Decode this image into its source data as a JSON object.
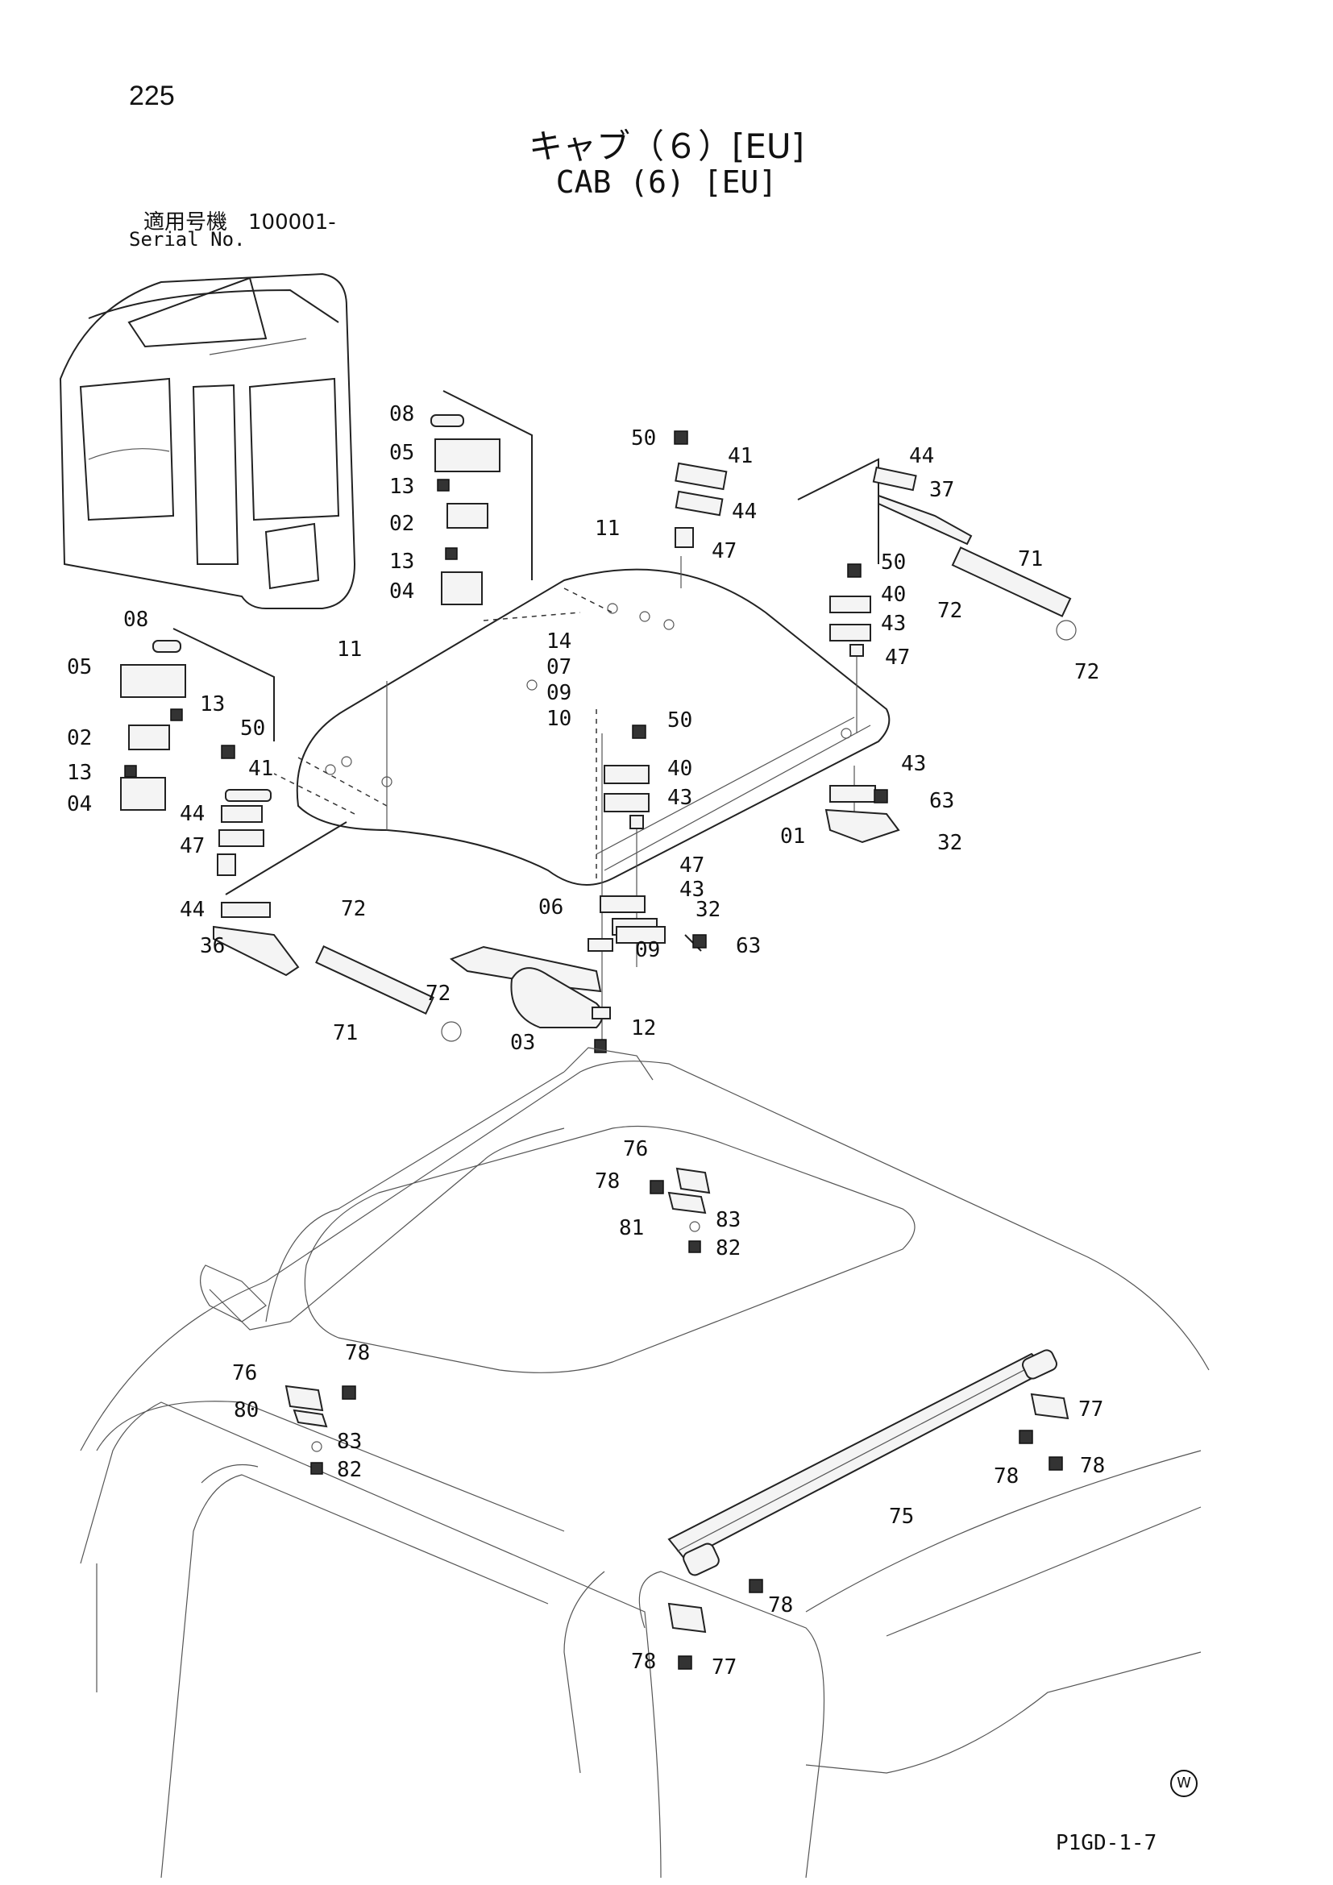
{
  "header": {
    "page_number": "225",
    "title_jp": "キャブ（６）[EU]",
    "title_en": "CAB (6) [EU]",
    "serial_label_jp": "適用号機　100001-",
    "serial_label_en": "Serial No."
  },
  "footer": {
    "drawing_code": "P1GD-1-7",
    "mark": "W"
  },
  "callouts": [
    {
      "id": "c-08a",
      "label": "08"
    },
    {
      "id": "c-05a",
      "label": "05"
    },
    {
      "id": "c-13a",
      "label": "13"
    },
    {
      "id": "c-02a",
      "label": "02"
    },
    {
      "id": "c-13b",
      "label": "13"
    },
    {
      "id": "c-04a",
      "label": "04"
    },
    {
      "id": "c-50a",
      "label": "50"
    },
    {
      "id": "c-41a",
      "label": "41"
    },
    {
      "id": "c-44a",
      "label": "44"
    },
    {
      "id": "c-47a",
      "label": "47"
    },
    {
      "id": "c-11a",
      "label": "11"
    },
    {
      "id": "c-44b",
      "label": "44"
    },
    {
      "id": "c-37",
      "label": "37"
    },
    {
      "id": "c-50b",
      "label": "50"
    },
    {
      "id": "c-71a",
      "label": "71"
    },
    {
      "id": "c-40a",
      "label": "40"
    },
    {
      "id": "c-72a",
      "label": "72"
    },
    {
      "id": "c-43a",
      "label": "43"
    },
    {
      "id": "c-47b",
      "label": "47"
    },
    {
      "id": "c-72b",
      "label": "72"
    },
    {
      "id": "c-08b",
      "label": "08"
    },
    {
      "id": "c-11b",
      "label": "11"
    },
    {
      "id": "c-14",
      "label": "14"
    },
    {
      "id": "c-07",
      "label": "07"
    },
    {
      "id": "c-05b",
      "label": "05"
    },
    {
      "id": "c-13c",
      "label": "13"
    },
    {
      "id": "c-09a",
      "label": "09"
    },
    {
      "id": "c-10",
      "label": "10"
    },
    {
      "id": "c-50c",
      "label": "50"
    },
    {
      "id": "c-02b",
      "label": "02"
    },
    {
      "id": "c-50d",
      "label": "50"
    },
    {
      "id": "c-41b",
      "label": "41"
    },
    {
      "id": "c-40b",
      "label": "40"
    },
    {
      "id": "c-13d",
      "label": "13"
    },
    {
      "id": "c-43b",
      "label": "43"
    },
    {
      "id": "c-43c",
      "label": "43"
    },
    {
      "id": "c-04b",
      "label": "04"
    },
    {
      "id": "c-63a",
      "label": "63"
    },
    {
      "id": "c-44c",
      "label": "44"
    },
    {
      "id": "c-47c",
      "label": "47"
    },
    {
      "id": "c-01",
      "label": "01"
    },
    {
      "id": "c-32a",
      "label": "32"
    },
    {
      "id": "c-47d",
      "label": "47"
    },
    {
      "id": "c-43d",
      "label": "43"
    },
    {
      "id": "c-44d",
      "label": "44"
    },
    {
      "id": "c-72c",
      "label": "72"
    },
    {
      "id": "c-06",
      "label": "06"
    },
    {
      "id": "c-32b",
      "label": "32"
    },
    {
      "id": "c-63b",
      "label": "63"
    },
    {
      "id": "c-36",
      "label": "36"
    },
    {
      "id": "c-09b",
      "label": "09"
    },
    {
      "id": "c-72d",
      "label": "72"
    },
    {
      "id": "c-71b",
      "label": "71"
    },
    {
      "id": "c-03",
      "label": "03"
    },
    {
      "id": "c-12",
      "label": "12"
    },
    {
      "id": "c-76a",
      "label": "76"
    },
    {
      "id": "c-78a",
      "label": "78"
    },
    {
      "id": "c-83a",
      "label": "83"
    },
    {
      "id": "c-81",
      "label": "81"
    },
    {
      "id": "c-82a",
      "label": "82"
    },
    {
      "id": "c-78b",
      "label": "78"
    },
    {
      "id": "c-76b",
      "label": "76"
    },
    {
      "id": "c-77a",
      "label": "77"
    },
    {
      "id": "c-80",
      "label": "80"
    },
    {
      "id": "c-83b",
      "label": "83"
    },
    {
      "id": "c-82b",
      "label": "82"
    },
    {
      "id": "c-78c",
      "label": "78"
    },
    {
      "id": "c-78d",
      "label": "78"
    },
    {
      "id": "c-75",
      "label": "75"
    },
    {
      "id": "c-78e",
      "label": "78"
    },
    {
      "id": "c-78f",
      "label": "78"
    },
    {
      "id": "c-77b",
      "label": "77"
    }
  ]
}
